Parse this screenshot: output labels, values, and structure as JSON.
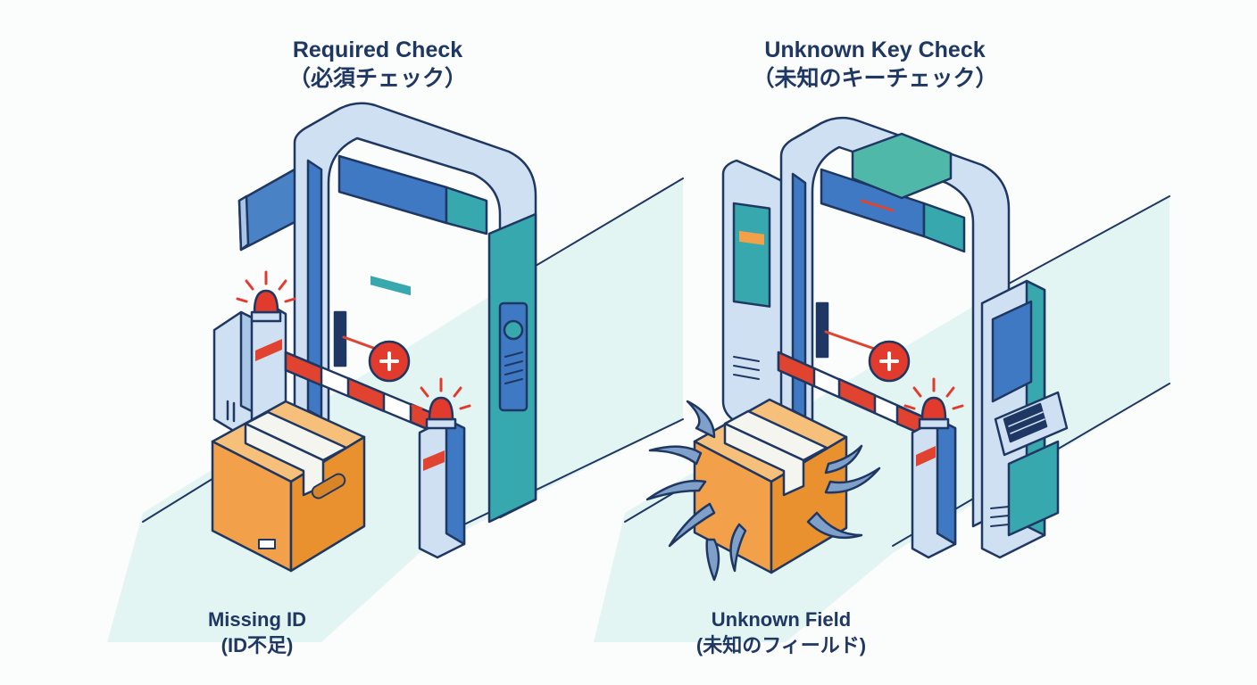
{
  "panels": {
    "required": {
      "title": "Required Check",
      "title_jp": "（必須チェック）",
      "caption": "Missing ID",
      "caption_jp": "(ID不足)"
    },
    "unknown_key": {
      "title": "Unknown Key Check",
      "title_jp": "（未知のキーチェック）",
      "caption": "Unknown Field",
      "caption_jp": "(未知のフィールド)"
    }
  },
  "colors": {
    "outline": "#1f3763",
    "gate_light": "#cfe0f2",
    "gate_blue": "#3f78c3",
    "gate_teal": "#37a8ad",
    "floor": "#e3f5f2",
    "box_orange": "#f2a04a",
    "barrier_red": "#e0432f",
    "alarm_red": "#e23b2e"
  },
  "icons": {
    "reject": "reject-x-icon",
    "alarm": "alarm-light-icon",
    "package": "package-box-icon",
    "keypad": "keypad-icon"
  }
}
